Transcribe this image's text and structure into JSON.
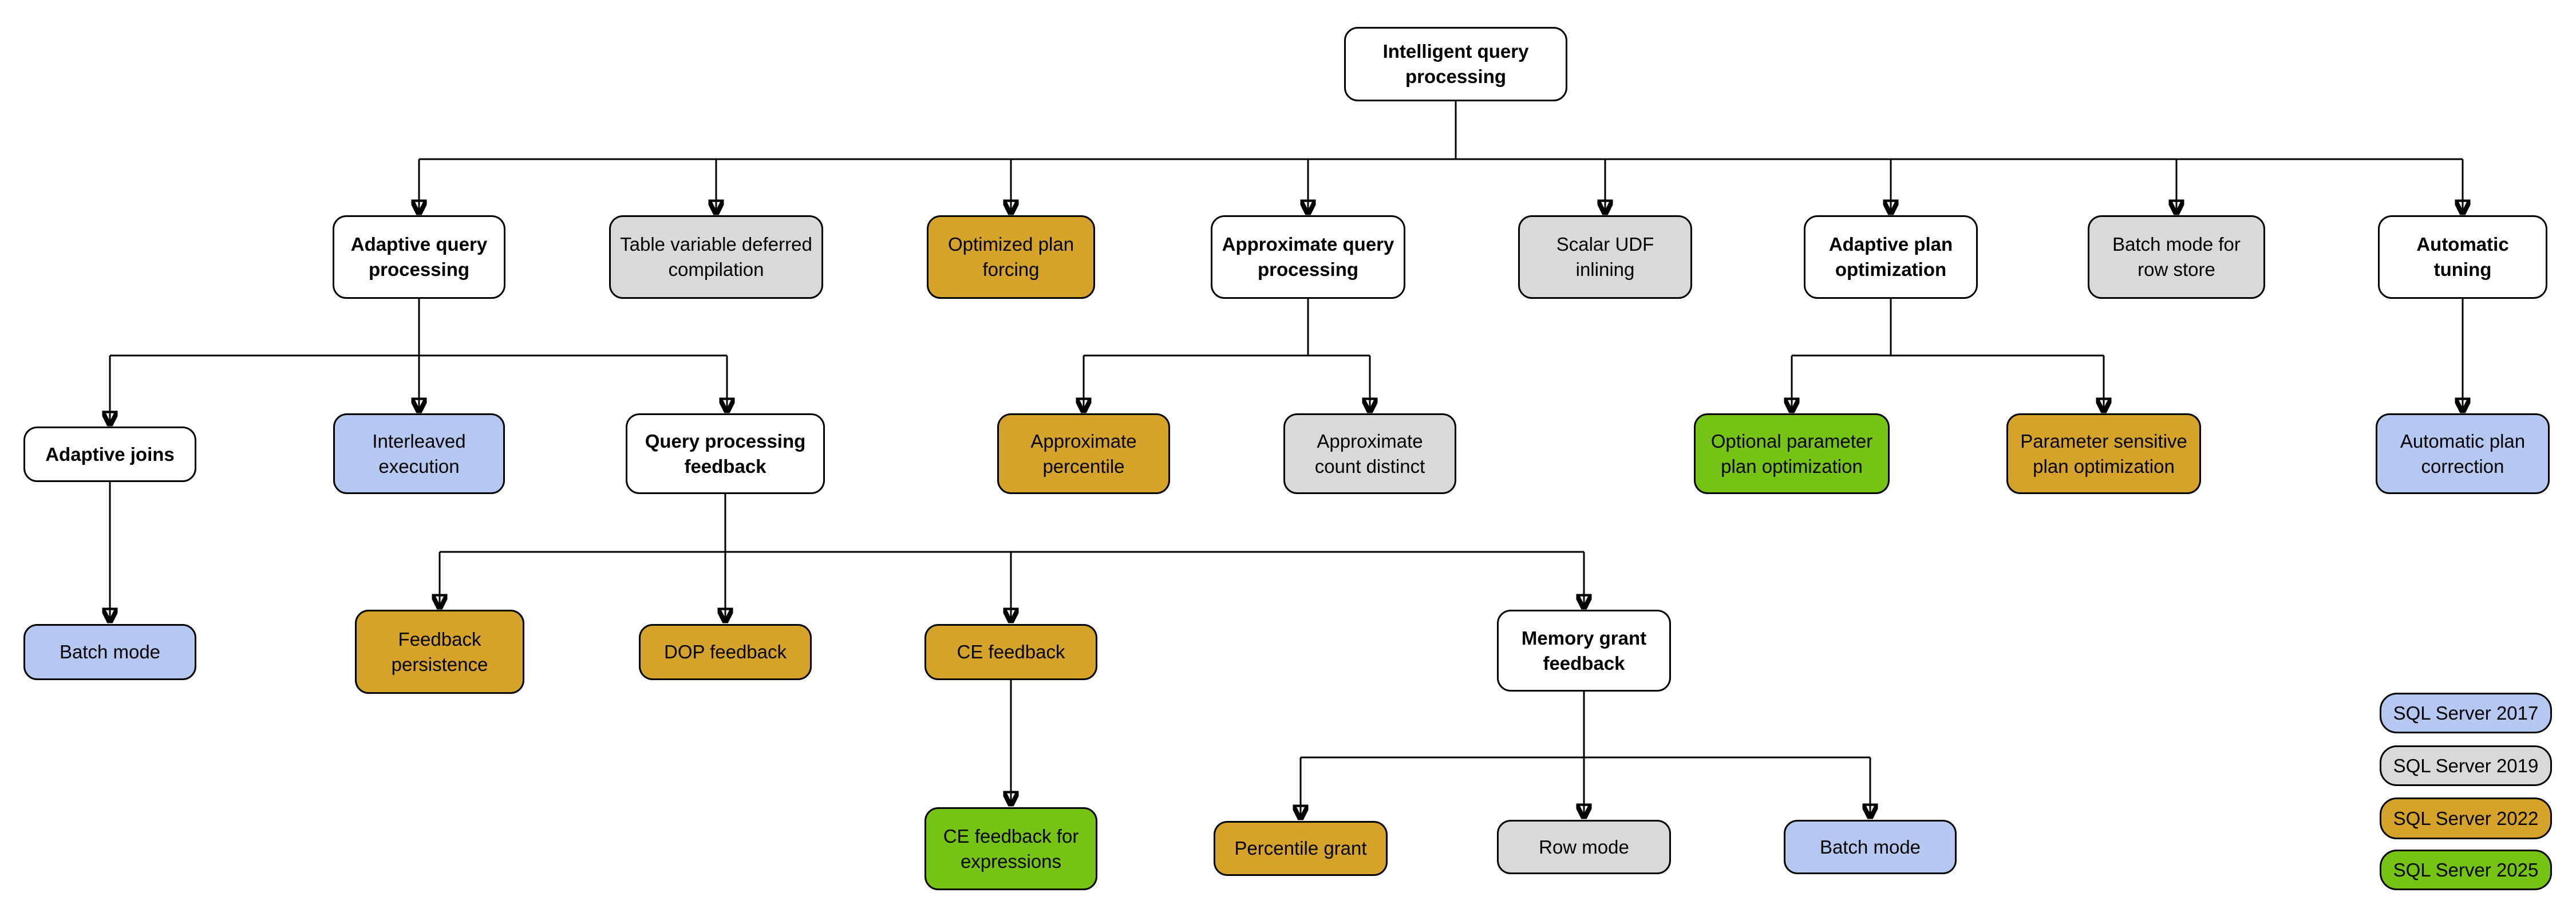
{
  "colors": {
    "plain": "#ffffff",
    "sql2017": "#b5c8f2",
    "sql2019": "#d9d9d9",
    "sql2022": "#d6a32a",
    "sql2025": "#74c315",
    "line": "#000000"
  },
  "nodes": [
    {
      "label": "Intelligent query processing",
      "version": "none"
    },
    {
      "label": "Adaptive query processing",
      "version": "none"
    },
    {
      "label": "Table variable deferred compilation",
      "version": "SQL Server 2019"
    },
    {
      "label": "Optimized plan forcing",
      "version": "SQL Server 2022"
    },
    {
      "label": "Approximate query processing",
      "version": "none"
    },
    {
      "label": "Scalar UDF inlining",
      "version": "SQL Server 2019"
    },
    {
      "label": "Adaptive plan optimization",
      "version": "none"
    },
    {
      "label": "Batch mode for row store",
      "version": "SQL Server 2019"
    },
    {
      "label": "Automatic tuning",
      "version": "none"
    },
    {
      "label": "Adaptive joins",
      "version": "none"
    },
    {
      "label": "Interleaved execution",
      "version": "SQL Server 2017"
    },
    {
      "label": "Query processing feedback",
      "version": "none"
    },
    {
      "label": "Approximate percentile",
      "version": "SQL Server 2022"
    },
    {
      "label": "Approximate count distinct",
      "version": "SQL Server 2019"
    },
    {
      "label": "Optional parameter plan optimization",
      "version": "SQL Server 2025"
    },
    {
      "label": "Parameter sensitive plan optimization",
      "version": "SQL Server 2022"
    },
    {
      "label": "Automatic plan correction",
      "version": "SQL Server 2017"
    },
    {
      "label": "Batch mode",
      "version": "SQL Server 2017"
    },
    {
      "label": "Feedback persistence",
      "version": "SQL Server 2022"
    },
    {
      "label": "DOP feedback",
      "version": "SQL Server 2022"
    },
    {
      "label": "CE feedback",
      "version": "SQL Server 2022"
    },
    {
      "label": "Memory grant feedback",
      "version": "none"
    },
    {
      "label": "CE feedback for expressions",
      "version": "SQL Server 2025"
    },
    {
      "label": "Percentile grant",
      "version": "SQL Server 2022"
    },
    {
      "label": "Row mode",
      "version": "SQL Server 2019"
    },
    {
      "label": "Batch mode",
      "version": "SQL Server 2017"
    }
  ],
  "legend": {
    "items": [
      {
        "label": "SQL Server 2017"
      },
      {
        "label": "SQL Server 2019"
      },
      {
        "label": "SQL Server 2022"
      },
      {
        "label": "SQL Server 2025"
      }
    ]
  }
}
